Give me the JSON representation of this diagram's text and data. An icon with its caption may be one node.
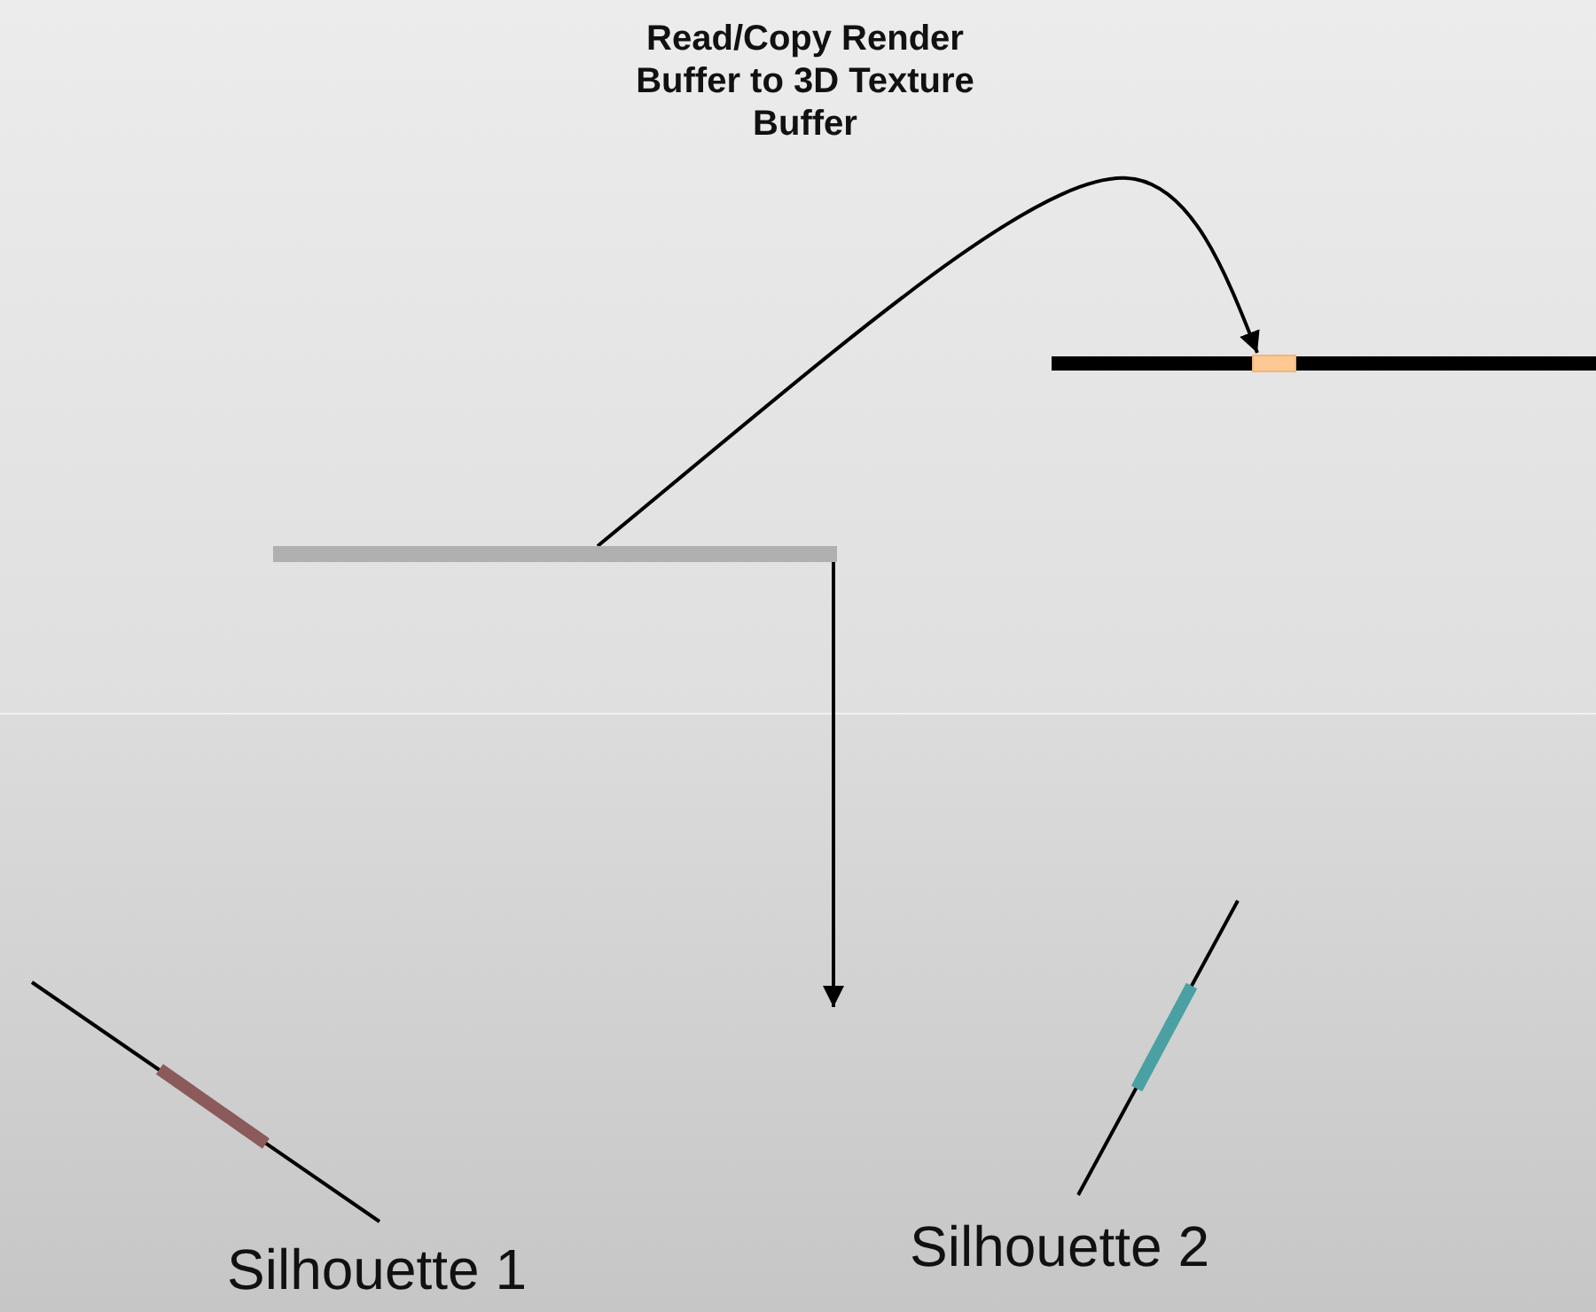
{
  "diagram": {
    "nodes": [
      {
        "text": [],
        "shape": "bar"
      },
      {
        "text": [],
        "shape": "bar"
      },
      {
        "text": [],
        "shape": "box",
        "in": 1
      }
    ],
    "edges": [
      {
        "from": 0,
        "to": 2,
        "arrow": "to",
        "label": "Read/Copy Render Buffer to 3D Texture Buffer"
      },
      {
        "from": 0,
        "to": null,
        "arrow": "to"
      }
    ],
    "labels": [
      "Silhouette 1",
      "Silhouette 2"
    ]
  }
}
